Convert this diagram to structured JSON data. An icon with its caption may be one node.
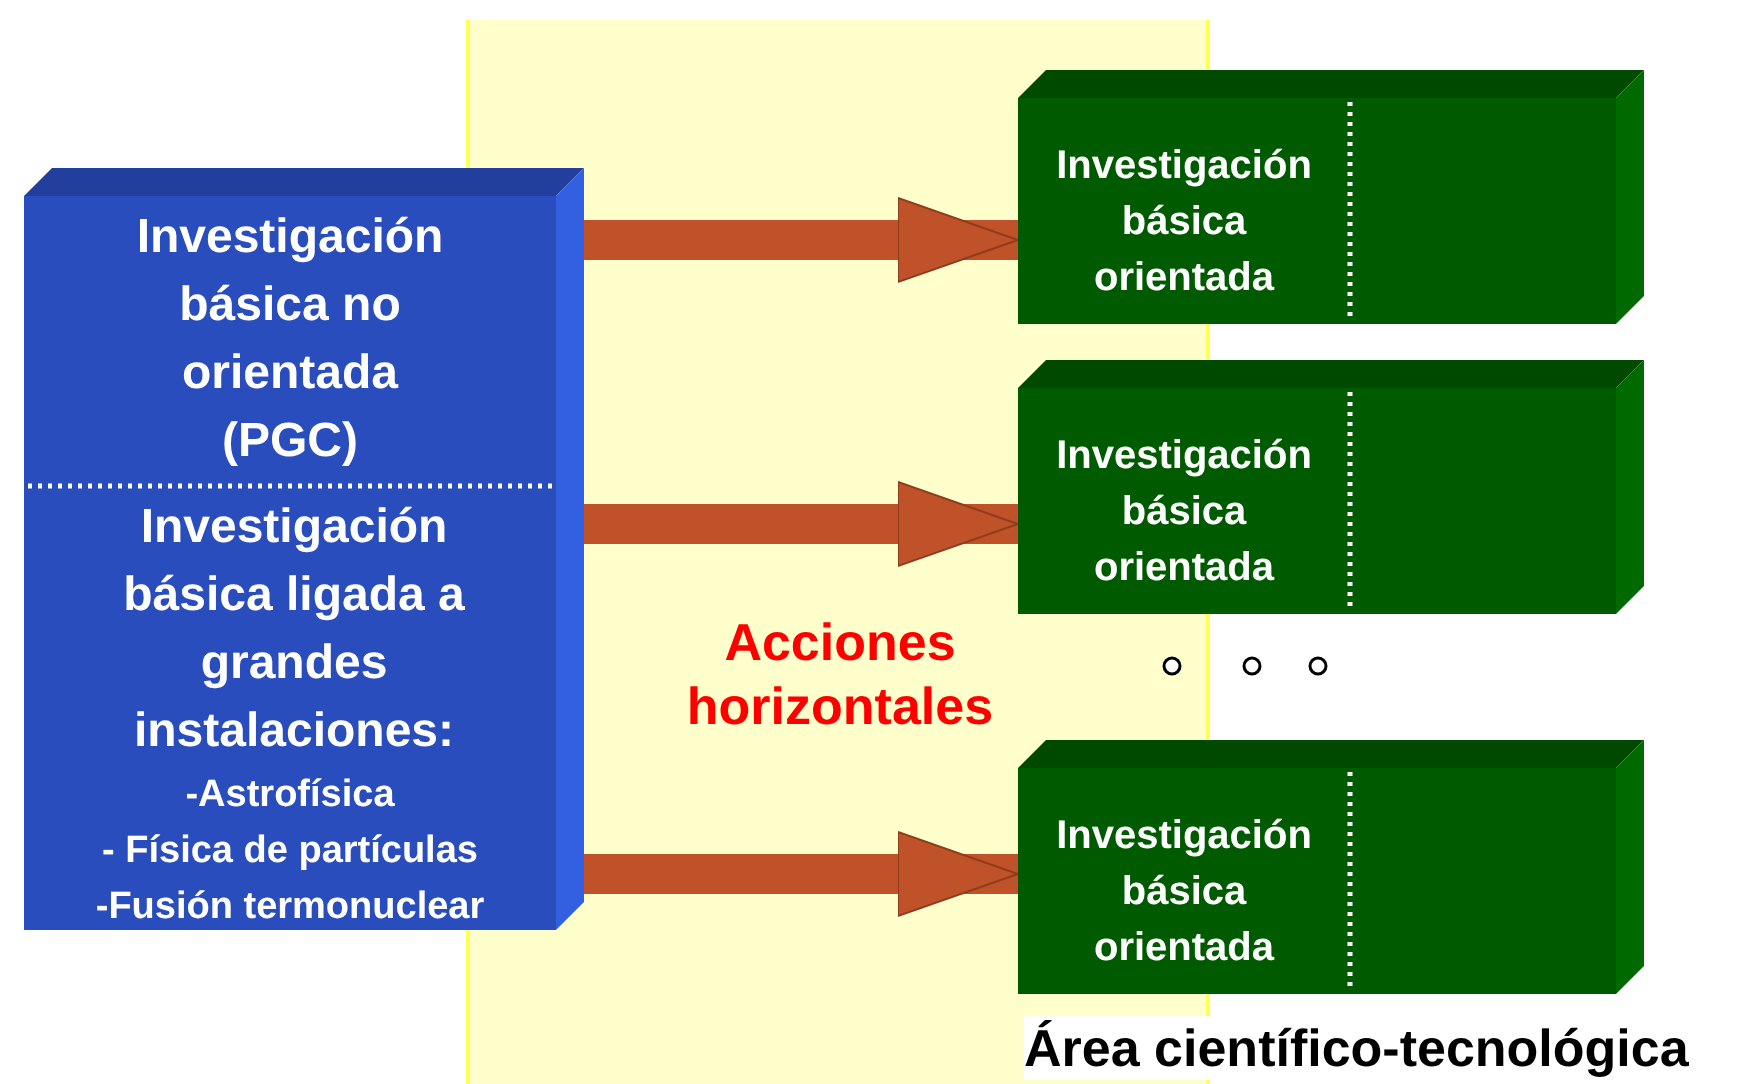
{
  "diagram": {
    "nodes": [
      {
        "text": [
          "Investigación básica no orientada (PGC)",
          "Investigación básica ligada a grandes instalaciones:",
          "-Astrofísica",
          "- Física de partículas",
          "-Fusión termonuclear"
        ]
      },
      {
        "text": [
          "Investigación básica orientada"
        ]
      },
      {
        "text": [
          "Investigación básica orientada"
        ]
      },
      {
        "text": [
          "Investigación básica orientada"
        ]
      }
    ],
    "edges": [
      {
        "from": 0,
        "to": 1,
        "arrow": "to"
      },
      {
        "from": 0,
        "to": 2,
        "arrow": "to"
      },
      {
        "from": 0,
        "to": 3,
        "arrow": "to"
      }
    ],
    "labels": [
      "Acciones horizontales",
      "Área científico-tecnológica"
    ]
  }
}
